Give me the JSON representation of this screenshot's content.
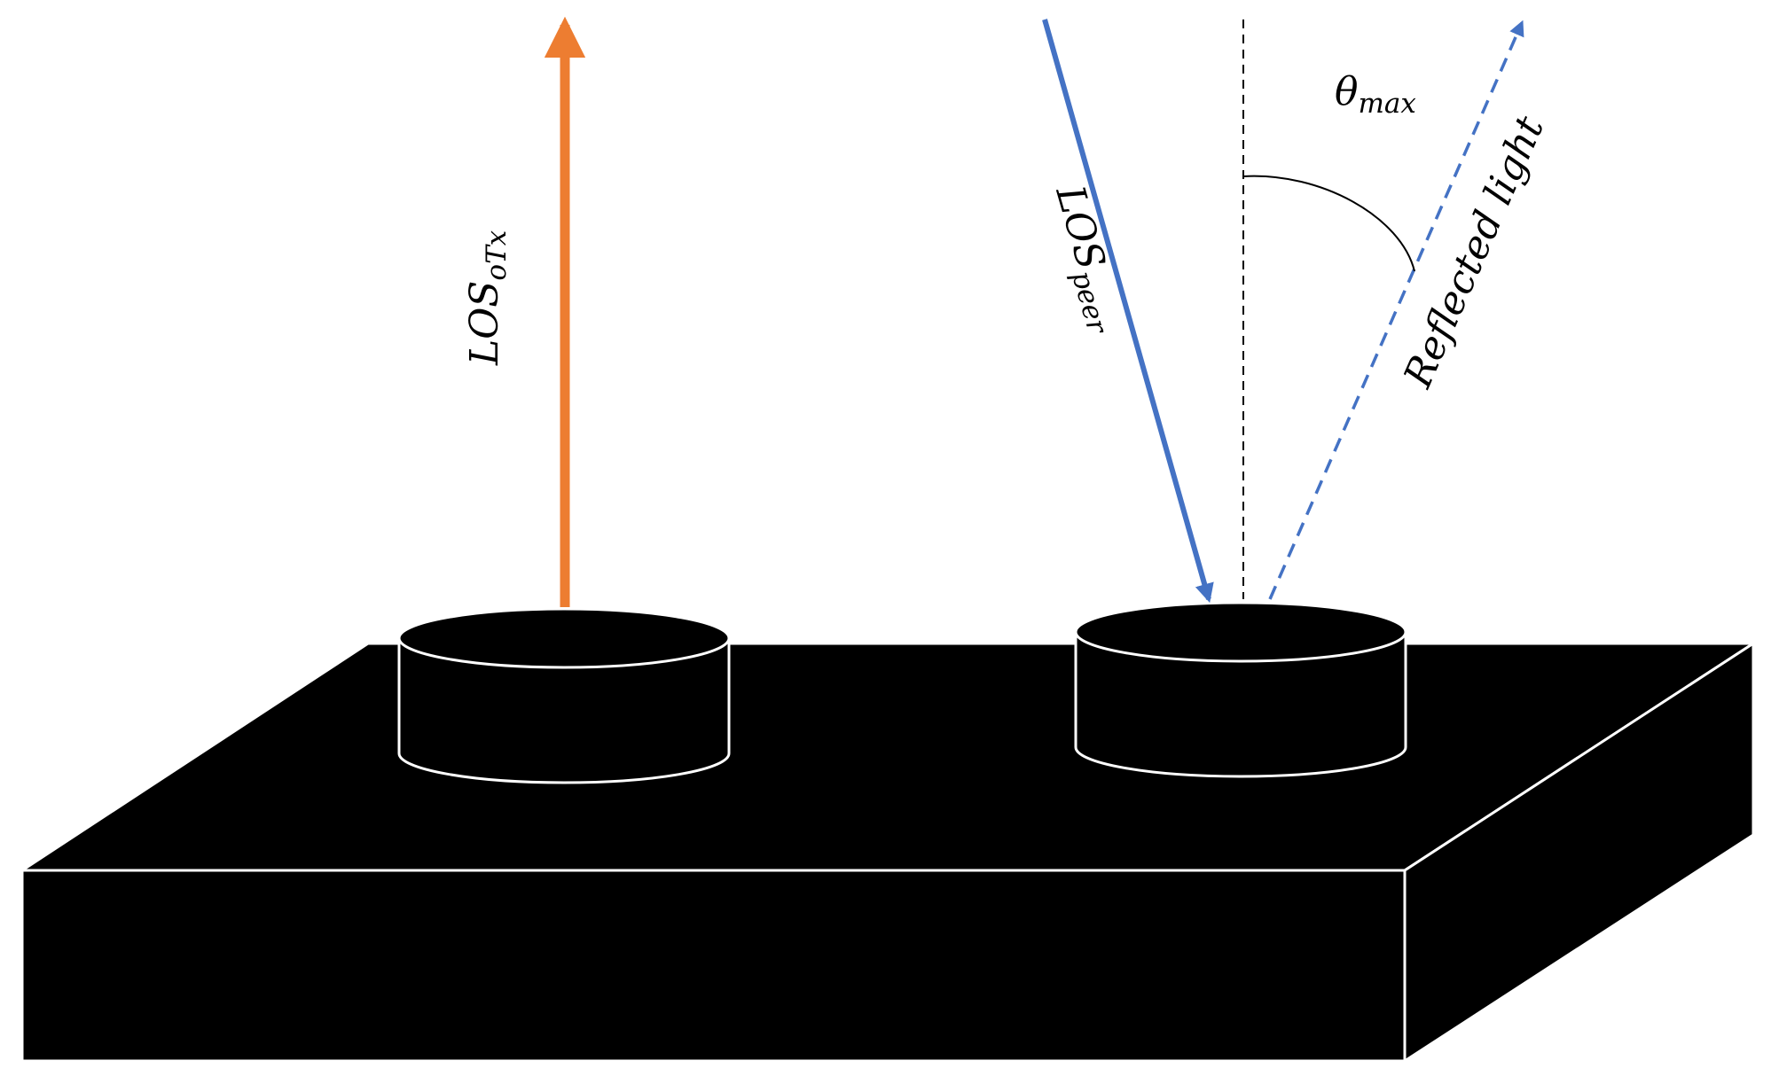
{
  "colors": {
    "background": "#ffffff",
    "board": "#000000",
    "edge": "#ffffff",
    "otx_arrow": "#ed7d31",
    "peer_arrow": "#4472c4",
    "normal_line": "#000000"
  },
  "labels": {
    "los_otx": {
      "main": "LOS",
      "sub": "oTx"
    },
    "los_peer": {
      "main": "LOS",
      "sub": "peer"
    },
    "theta": {
      "main": "θ",
      "sub": "max"
    },
    "reflected": "Reflected light"
  },
  "elements": {
    "board": "device-board",
    "left_component": "otx-optical-transmitter",
    "right_component": "optical-receiver",
    "otx_arrow": "los-otx-arrow",
    "peer_arrow": "los-peer-arrow",
    "reflected_arrow": "reflected-light-arrow",
    "normal": "surface-normal-line",
    "angle_arc": "theta-max-arc"
  }
}
